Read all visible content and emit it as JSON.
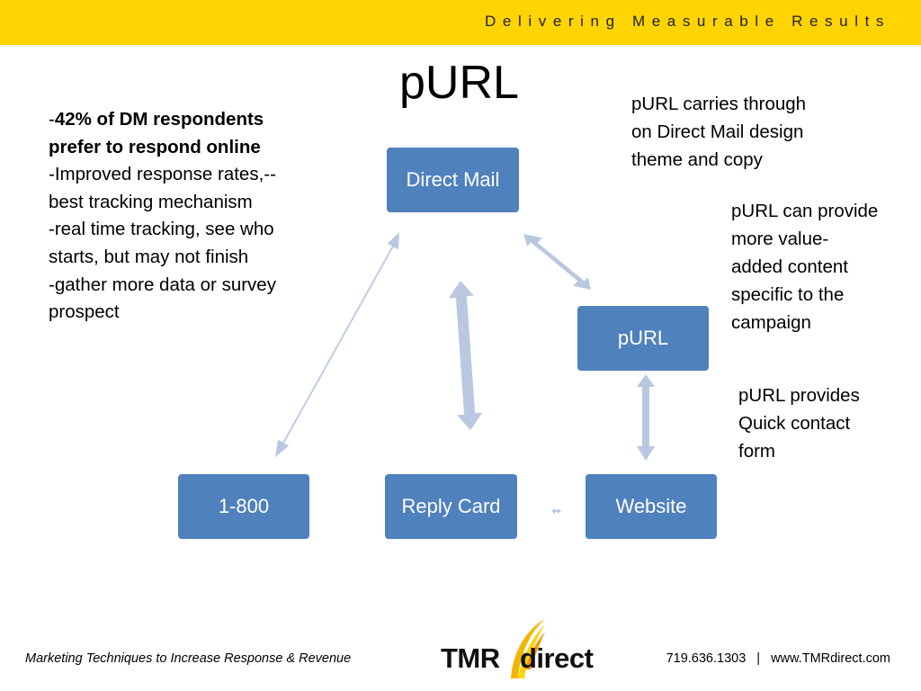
{
  "header": {
    "tagline": "Delivering Measurable Results"
  },
  "slide": {
    "title": "pURL"
  },
  "bullets": {
    "dash": "-",
    "item1_bold": "42% of DM respondents prefer to respond online",
    "item2": "-Improved response rates,--best tracking mechanism",
    "item3": "-real time tracking, see who starts, but may not finish",
    "item4": "-gather more data or survey prospect"
  },
  "notes": {
    "note1": "pURL carries through\non Direct Mail design\ntheme and copy",
    "note2": "pURL can provide\nmore value-\nadded content\nspecific to the\ncampaign",
    "note3": "pURL provides\nQuick contact\nform"
  },
  "nodes": {
    "direct_mail": "Direct Mail",
    "purl": "pURL",
    "toll_free": "1-800",
    "reply_card": "Reply Card",
    "website": "Website"
  },
  "colors": {
    "header": "#ffd400",
    "node": "#4f81bd",
    "arrow": "#b9c8e0"
  },
  "footer": {
    "left": "Marketing Techniques to Increase Response & Revenue",
    "phone": "719.636.1303",
    "separator": "|",
    "website": "www.TMRdirect.com",
    "logo_tmr": "TMR",
    "logo_direct": "direct"
  }
}
